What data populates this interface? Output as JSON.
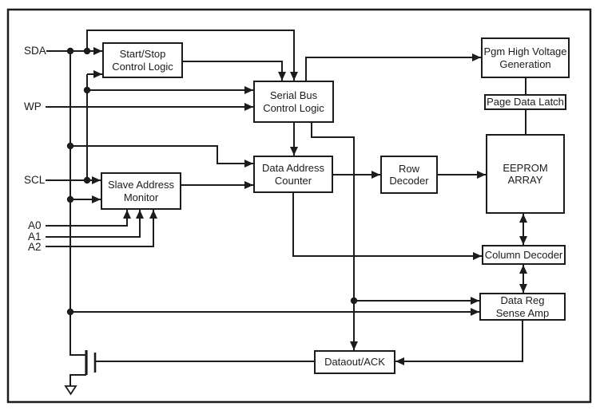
{
  "diagram_type": "functional-block-diagram",
  "subject": "Serial EEPROM internal architecture",
  "colors": {
    "line": "#1c1c1c",
    "background": "#ffffff"
  },
  "pins": [
    {
      "id": "sda",
      "label": "SDA"
    },
    {
      "id": "wp",
      "label": "WP"
    },
    {
      "id": "scl",
      "label": "SCL"
    },
    {
      "id": "a0",
      "label": "A0"
    },
    {
      "id": "a1",
      "label": "A1"
    },
    {
      "id": "a2",
      "label": "A2"
    }
  ],
  "blocks": {
    "start_stop": {
      "label": "Start/Stop\nControl Logic"
    },
    "serial_bus": {
      "label": "Serial Bus\nControl Logic"
    },
    "slave_address_monitor": {
      "label": "Slave Address\nMonitor"
    },
    "data_address_counter": {
      "label": "Data Address\nCounter"
    },
    "row_decoder": {
      "label": "Row\nDecoder"
    },
    "pgm_high_voltage": {
      "label": "Pgm High Voltage\nGeneration"
    },
    "page_data_latch": {
      "label": "Page Data Latch"
    },
    "eeprom_array": {
      "label": "EEPROM\nARRAY"
    },
    "column_decoder": {
      "label": "Column Decoder"
    },
    "data_reg_sense_amp": {
      "label": "Data Reg\nSense Amp"
    },
    "dataout_ack": {
      "label": "Dataout/ACK"
    }
  },
  "connections": [
    {
      "from": "SDA",
      "to": "Start/Stop Control Logic",
      "arrow": true
    },
    {
      "from": "SDA",
      "to": "Serial Bus Control Logic",
      "arrow": true,
      "route": "over-top"
    },
    {
      "from": "SDA",
      "to": "Slave Address Monitor",
      "arrow": true
    },
    {
      "from": "SDA",
      "to": "Data Address Counter",
      "arrow": true
    },
    {
      "from": "SDA",
      "to": "Data Reg Sense Amp",
      "arrow": true
    },
    {
      "from": "SDA",
      "to": "output-mosfet-drain",
      "arrow": false
    },
    {
      "from": "SCL",
      "to": "Start/Stop Control Logic",
      "arrow": true
    },
    {
      "from": "SCL",
      "to": "Serial Bus Control Logic",
      "arrow": true
    },
    {
      "from": "SCL",
      "to": "Slave Address Monitor",
      "arrow": true
    },
    {
      "from": "WP",
      "to": "Serial Bus Control Logic",
      "arrow": true
    },
    {
      "from": "A0",
      "to": "Slave Address Monitor",
      "arrow": true
    },
    {
      "from": "A1",
      "to": "Slave Address Monitor",
      "arrow": true
    },
    {
      "from": "A2",
      "to": "Slave Address Monitor",
      "arrow": true
    },
    {
      "from": "Start/Stop Control Logic",
      "to": "Serial Bus Control Logic",
      "arrow": true
    },
    {
      "from": "Serial Bus Control Logic",
      "to": "Pgm High Voltage Generation",
      "arrow": true
    },
    {
      "from": "Serial Bus Control Logic",
      "to": "Data Address Counter",
      "arrow": true
    },
    {
      "from": "Serial Bus Control Logic",
      "to": "Dataout/ACK",
      "arrow": true
    },
    {
      "from": "Serial Bus Control Logic",
      "to": "Data Reg Sense Amp",
      "arrow": true
    },
    {
      "from": "Slave Address Monitor",
      "to": "Data Address Counter",
      "arrow": true
    },
    {
      "from": "Data Address Counter",
      "to": "Row Decoder",
      "arrow": true
    },
    {
      "from": "Data Address Counter",
      "to": "Column Decoder",
      "arrow": true
    },
    {
      "from": "Row Decoder",
      "to": "EEPROM ARRAY",
      "arrow": true
    },
    {
      "from": "Pgm High Voltage Generation",
      "to": "Page Data Latch",
      "arrow": false
    },
    {
      "from": "Page Data Latch",
      "to": "EEPROM ARRAY",
      "arrow": false
    },
    {
      "from": "EEPROM ARRAY",
      "to": "Column Decoder",
      "arrow": "both"
    },
    {
      "from": "Column Decoder",
      "to": "Data Reg Sense Amp",
      "arrow": "both"
    },
    {
      "from": "Data Reg Sense Amp",
      "to": "Dataout/ACK",
      "arrow": true
    },
    {
      "from": "Dataout/ACK",
      "to": "output-mosfet-gate",
      "arrow": false
    },
    {
      "from": "output-mosfet-source",
      "to": "ground",
      "arrow": false
    }
  ]
}
